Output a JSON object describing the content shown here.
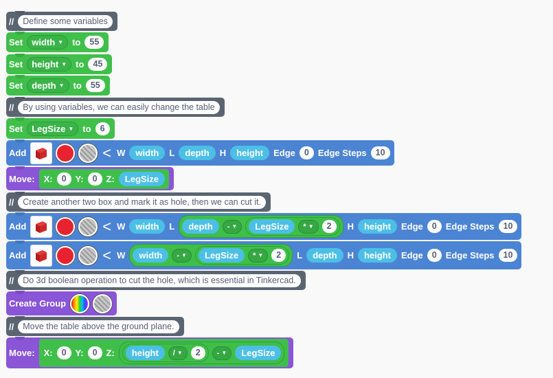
{
  "blocks": {
    "c1": {
      "sym": "//",
      "text": "Define some variables"
    },
    "s1": {
      "kw": "Set",
      "var": "width",
      "to": "to",
      "val": "55"
    },
    "s2": {
      "kw": "Set",
      "var": "height",
      "to": "to",
      "val": "45"
    },
    "s3": {
      "kw": "Set",
      "var": "depth",
      "to": "to",
      "val": "55"
    },
    "c2": {
      "sym": "//",
      "text": "By using variables, we can easily change the table"
    },
    "s4": {
      "kw": "Set",
      "var": "LegSize",
      "to": "to",
      "val": "6"
    },
    "a1": {
      "kw": "Add",
      "w": "W",
      "w_val": "width",
      "l": "L",
      "l_val": "depth",
      "h": "H",
      "h_val": "height",
      "edge": "Edge",
      "edge_val": "0",
      "steps": "Edge Steps",
      "steps_val": "10"
    },
    "m1": {
      "kw": "Move:",
      "x": "X:",
      "x_val": "0",
      "y": "Y:",
      "y_val": "0",
      "z": "Z:",
      "z_val": "LegSize"
    },
    "c3": {
      "sym": "//",
      "text": "Create another two box and mark it as hole, then we can cut it."
    },
    "a2": {
      "kw": "Add",
      "w": "W",
      "w_val": "width",
      "l": "L",
      "l_a": "depth",
      "l_op": "-",
      "l_b": "LegSize",
      "l_op2": "*",
      "l_c": "2",
      "h": "H",
      "h_val": "height",
      "edge": "Edge",
      "edge_val": "0",
      "steps": "Edge Steps",
      "steps_val": "10"
    },
    "a3": {
      "kw": "Add",
      "w": "W",
      "w_a": "width",
      "w_op": "-",
      "w_b": "LegSize",
      "w_op2": "*",
      "w_c": "2",
      "l": "L",
      "l_val": "depth",
      "h": "H",
      "h_val": "height",
      "edge": "Edge",
      "edge_val": "0",
      "steps": "Edge Steps",
      "steps_val": "10"
    },
    "c4": {
      "sym": "//",
      "text": "Do 3d boolean operation to cut the hole, which is essential in Tinkercad."
    },
    "g1": {
      "kw": "Create Group"
    },
    "c5": {
      "sym": "//",
      "text": "Move the table above the ground plane."
    },
    "m2": {
      "kw": "Move:",
      "x": "X:",
      "x_val": "0",
      "y": "Y:",
      "y_val": "0",
      "z": "Z:",
      "z_a": "height",
      "z_op": "/",
      "z_b": "2",
      "z_op2": "-",
      "z_c": "LegSize"
    }
  },
  "icons": {
    "shape": "red-box-icon",
    "color": "red-color-swatch",
    "hole": "hole-swatch",
    "group": "rainbow-swatch",
    "caret": "dropdown-caret-icon",
    "chevron": "chevron-left-icon"
  },
  "colors": {
    "comment": "#5b6572",
    "set": "#40bf4a",
    "add": "#4c84d4",
    "move": "#8a55d7",
    "teal": "#4cbfe6"
  }
}
